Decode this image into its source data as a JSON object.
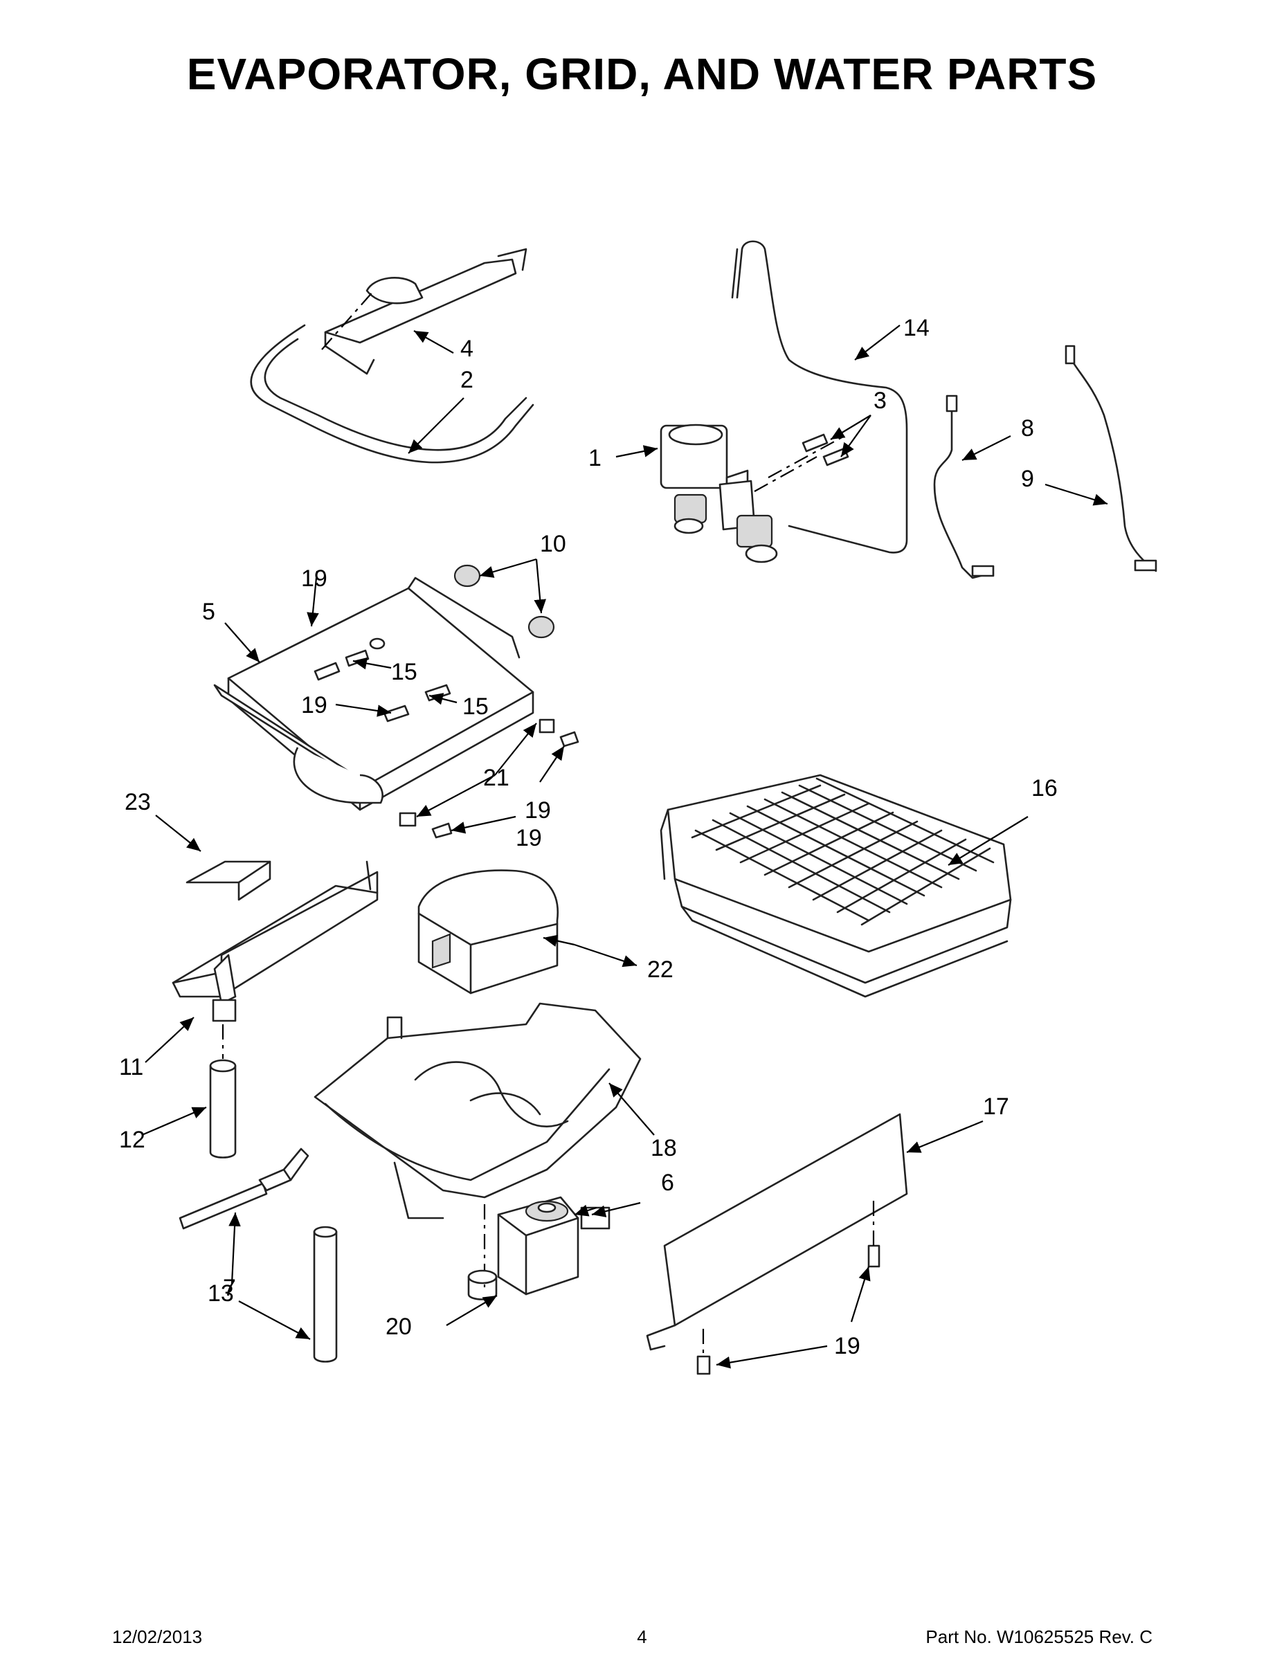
{
  "title": "EVAPORATOR, GRID, AND WATER PARTS",
  "callouts": [
    "1",
    "2",
    "3",
    "4",
    "5",
    "6",
    "7",
    "8",
    "9",
    "10",
    "11",
    "12",
    "13",
    "14",
    "15",
    "15",
    "16",
    "17",
    "18",
    "19",
    "19",
    "19",
    "19",
    "19",
    "20",
    "21",
    "22",
    "23"
  ],
  "footer": {
    "date": "12/02/2013",
    "page": "4",
    "part_no": "Part No.  W10625525   Rev.  C"
  }
}
